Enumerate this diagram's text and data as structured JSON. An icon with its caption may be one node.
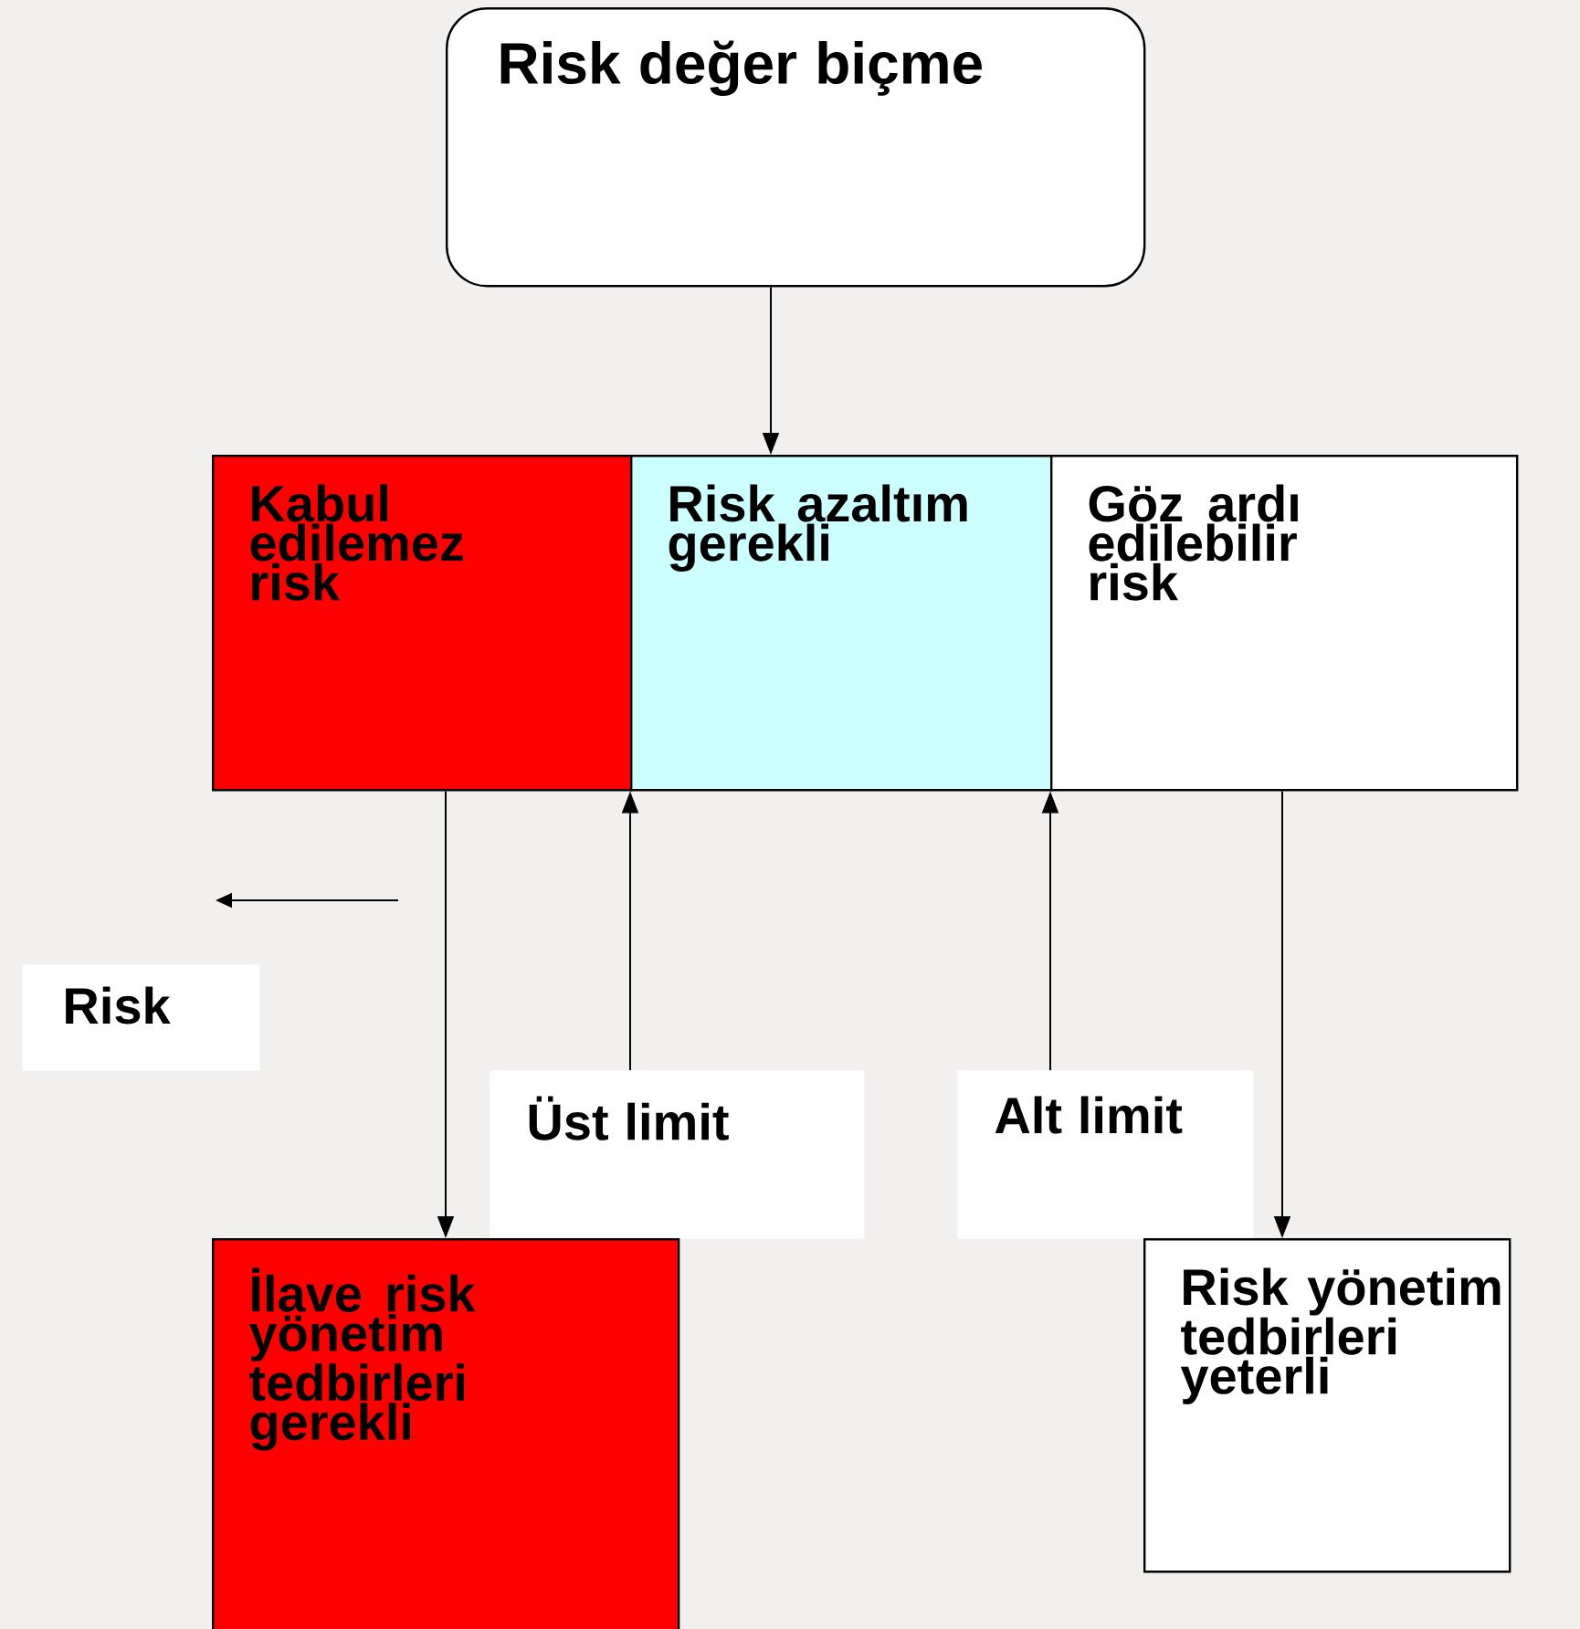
{
  "diagram": {
    "nodes": [
      {
        "text": [
          "Risk değer biçme"
        ]
      },
      {
        "text": [
          "Kabul edilemez risk"
        ]
      },
      {
        "text": [
          "Risk azaltım gerekli"
        ]
      },
      {
        "text": [
          "Göz ardı edilebilir risk"
        ]
      },
      {
        "text": [
          "Risk"
        ]
      },
      {
        "text": [
          "Üst limit"
        ]
      },
      {
        "text": [
          "Alt limit"
        ]
      },
      {
        "text": [
          "İlave risk yönetim tedbirleri gerekli"
        ]
      },
      {
        "text": [
          "Risk yönetim tedbirleri yeterli"
        ]
      }
    ],
    "edges": [
      {
        "from": 0,
        "to": 2,
        "arrow": "to"
      },
      {
        "from": 1,
        "to": 7,
        "arrow": "to"
      },
      {
        "from": 5,
        "to": 2,
        "arrow": "to"
      },
      {
        "from": 6,
        "to": 3,
        "arrow": "to"
      },
      {
        "from": 3,
        "to": 8,
        "arrow": "to"
      }
    ]
  }
}
